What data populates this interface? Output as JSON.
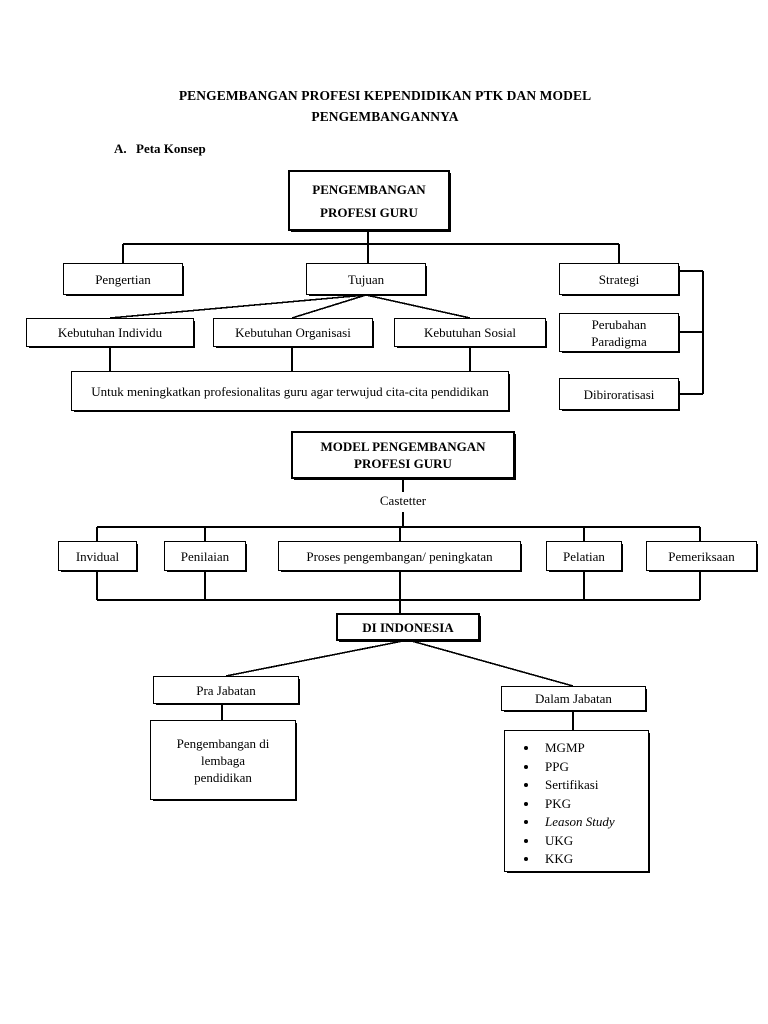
{
  "document": {
    "title_line1": "PENGEMBANGAN PROFESI KEPENDIDIKAN PTK DAN MODEL",
    "title_line2": "PENGEMBANGANNYA",
    "section_letter": "A.",
    "section_name": "Peta Konsep"
  },
  "diagram": {
    "type": "flowchart",
    "root": {
      "line1": "PENGEMBANGAN",
      "line2": "PROFESI GURU"
    },
    "level2": [
      {
        "label": "Pengertian"
      },
      {
        "label": "Tujuan"
      },
      {
        "label": "Strategi"
      }
    ],
    "tujuan_children": [
      {
        "label": "Kebutuhan Individu"
      },
      {
        "label": "Kebutuhan Organisasi"
      },
      {
        "label": "Kebutuhan Sosial"
      }
    ],
    "tujuan_summary": "Untuk meningkatkan profesionalitas guru agar terwujud cita-cita pendidikan",
    "strategi_children": [
      {
        "line1": "Perubahan",
        "line2": "Paradigma"
      },
      {
        "line1": "Dibiroratisasi",
        "line2": ""
      }
    ],
    "model": {
      "line1": "MODEL PENGEMBANGAN",
      "line2": "PROFESI GURU",
      "source_label": "Castetter"
    },
    "model_children": [
      {
        "label": "Invidual"
      },
      {
        "label": "Penilaian"
      },
      {
        "label": "Proses pengembangan/ peningkatan"
      },
      {
        "label": "Pelatian"
      },
      {
        "label": "Pemeriksaan"
      }
    ],
    "indonesia": {
      "label": "DI INDONESIA"
    },
    "indonesia_children": [
      {
        "label": "Pra Jabatan",
        "detail_line1": "Pengembangan di",
        "detail_line2": "lembaga",
        "detail_line3": "pendidikan"
      },
      {
        "label": "Dalam Jabatan",
        "items": [
          {
            "text": "MGMP",
            "italic": false
          },
          {
            "text": "PPG",
            "italic": false
          },
          {
            "text": "Sertifikasi",
            "italic": false
          },
          {
            "text": "PKG",
            "italic": false
          },
          {
            "text": "Leason Study",
            "italic": true
          },
          {
            "text": "UKG",
            "italic": false
          },
          {
            "text": "KKG",
            "italic": false
          }
        ]
      }
    ]
  },
  "colors": {
    "ink": "#000000",
    "paper": "#ffffff"
  }
}
